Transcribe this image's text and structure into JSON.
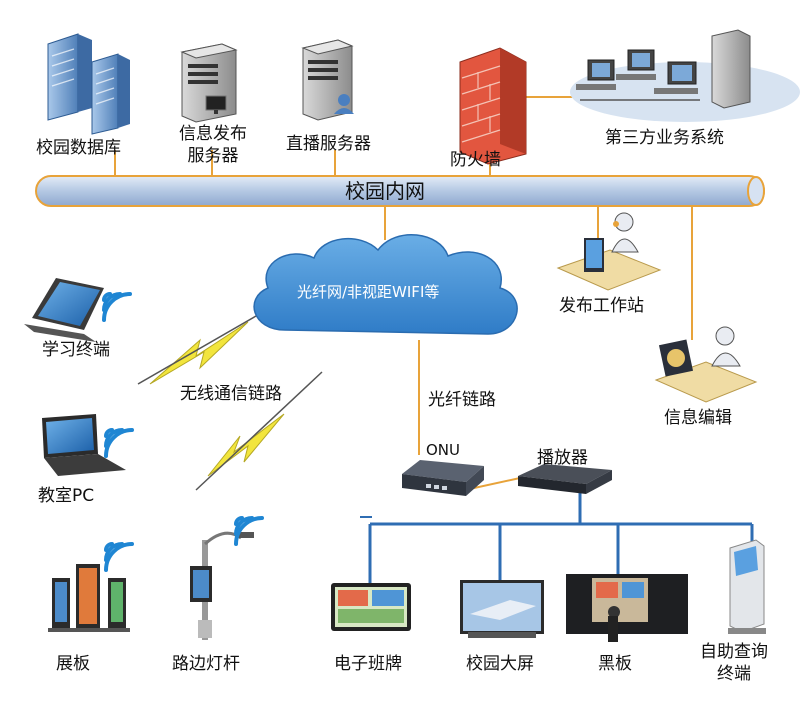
{
  "network": {
    "backbone_label": "校园内网",
    "cloud_label": "光纤网/非视距WIFI等",
    "wireless_link_label": "无线通信链路",
    "fiber_link_label": "光纤链路"
  },
  "servers": {
    "campus_db": "校园数据库",
    "info_publish_line1": "信息发布",
    "info_publish_line2": "服务器",
    "live_server": "直播服务器",
    "firewall": "防火墙",
    "third_party": "第三方业务系统"
  },
  "workstations": {
    "publish_ws": "发布工作站",
    "info_edit": "信息编辑"
  },
  "devices": {
    "onu": "ONU",
    "player": "播放器"
  },
  "wireless_terminals": {
    "study": "学习终端",
    "classroom_pc": "教室PC",
    "display_board": "展板",
    "street_pole": "路边灯杆"
  },
  "wired_terminals": {
    "e_class_board": "电子班牌",
    "campus_screen": "校园大屏",
    "blackboard": "黑板",
    "kiosk_line1": "自助查询",
    "kiosk_line2": "终端"
  },
  "colors": {
    "backbone_fill": "#b9cde6",
    "backbone_edge": "#e8a33a",
    "link_orange": "#e8a33a",
    "wired_blue": "#2f6db3",
    "cloud": "#4f95d6",
    "firewall_red": "#e2563f",
    "lightning_yellow": "#f2e53d",
    "wifi_blue": "#1f86d3"
  }
}
